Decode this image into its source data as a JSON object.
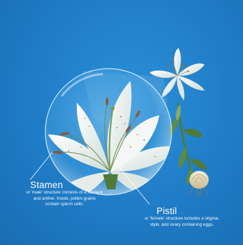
{
  "stamen": {
    "title": "Stamen",
    "desc_line1": "or 'male' structure consists of a filament",
    "desc_line2": "and anther. Inside, pollen grains",
    "desc_line3": "contain sperm cells."
  },
  "pistil": {
    "title": "Pistil",
    "desc_line1": "or 'female' structure includes a stigma,",
    "desc_line2": "style, and ovary containing eggs."
  },
  "colors": {
    "background": "#1f7cc6",
    "petal": "#eef3f0",
    "stem": "#4f7a3a",
    "text": "#ffffff"
  }
}
